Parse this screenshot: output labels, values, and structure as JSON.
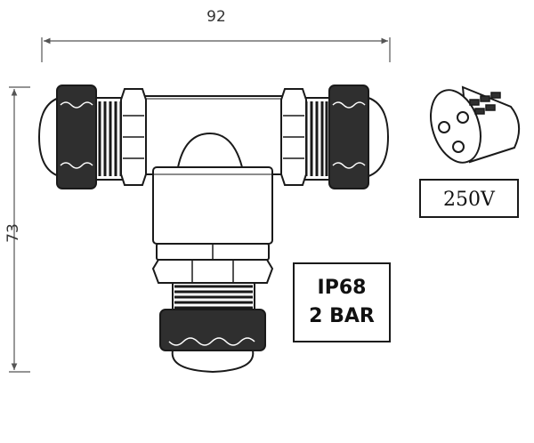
{
  "dimensions": {
    "width_label": "92",
    "height_label": "73"
  },
  "rating": {
    "line1": "IP68",
    "line2": "2 BAR"
  },
  "voltage": {
    "label": "250V"
  },
  "colors": {
    "line": "#1a1a1a",
    "dark_band": "#2f2f2f",
    "body_fill": "#ffffff",
    "dimension_line": "#555555"
  }
}
